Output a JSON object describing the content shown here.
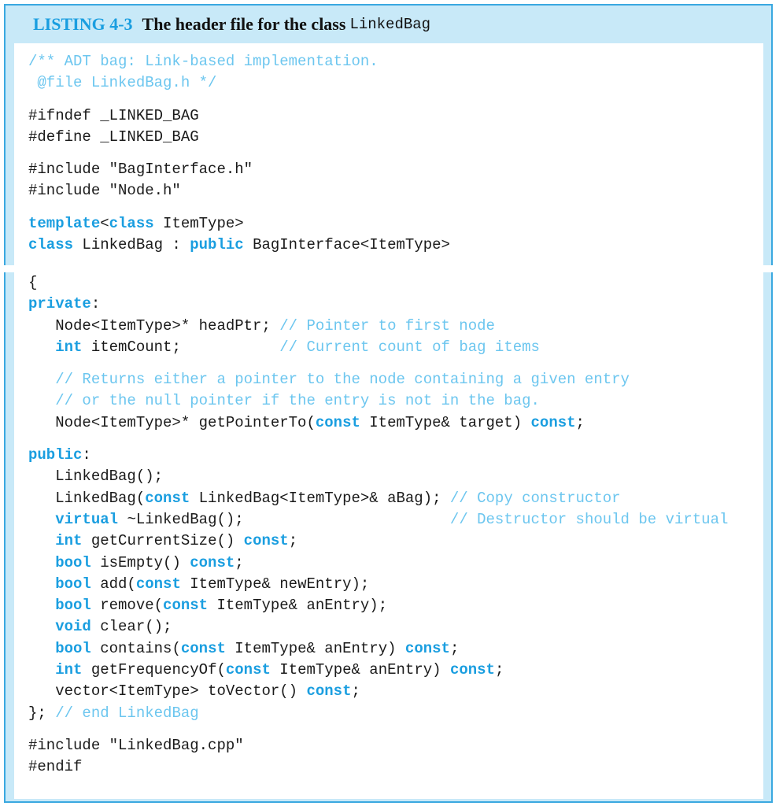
{
  "listing": {
    "number": "LISTING 4-3",
    "title": "The header file for the class",
    "class_name": "LinkedBag"
  },
  "colors": {
    "keyword": "#1a9ee0",
    "comment": "#6cc6ef",
    "frame": "#3aa8e0",
    "band": "#c8e9f8"
  },
  "section1": [
    [
      [
        [
          "cm",
          "/** ADT bag: Link-based implementation."
        ]
      ],
      [
        [
          "cm",
          " @file LinkedBag.h */"
        ]
      ]
    ],
    [
      [
        [
          "tx",
          "#ifndef _LINKED_BAG"
        ]
      ],
      [
        [
          "tx",
          "#define _LINKED_BAG"
        ]
      ]
    ],
    [
      [
        [
          "tx",
          "#include \"BagInterface.h\""
        ]
      ],
      [
        [
          "tx",
          "#include \"Node.h\""
        ]
      ]
    ],
    [
      [
        [
          "kw",
          "template"
        ],
        [
          "tx",
          "<"
        ],
        [
          "kw",
          "class"
        ],
        [
          "tx",
          " ItemType>"
        ]
      ],
      [
        [
          "kw",
          "class"
        ],
        [
          "tx",
          " LinkedBag : "
        ],
        [
          "kw",
          "public"
        ],
        [
          "tx",
          " BagInterface<ItemType>"
        ]
      ]
    ]
  ],
  "section2": [
    [
      [
        [
          "tx",
          "{"
        ]
      ],
      [
        [
          "kw",
          "private"
        ],
        [
          "tx",
          ":"
        ]
      ],
      [
        [
          "tx",
          "   Node<ItemType>* headPtr; "
        ],
        [
          "cm",
          "// Pointer to first node"
        ]
      ],
      [
        [
          "tx",
          "   "
        ],
        [
          "kw",
          "int"
        ],
        [
          "tx",
          " itemCount;           "
        ],
        [
          "cm",
          "// Current count of bag items"
        ]
      ]
    ],
    [
      [
        [
          "tx",
          "   "
        ],
        [
          "cm",
          "// Returns either a pointer to the node containing a given entry"
        ]
      ],
      [
        [
          "tx",
          "   "
        ],
        [
          "cm",
          "// or the null pointer if the entry is not in the bag."
        ]
      ],
      [
        [
          "tx",
          "   Node<ItemType>* getPointerTo("
        ],
        [
          "kw",
          "const"
        ],
        [
          "tx",
          " ItemType& target) "
        ],
        [
          "kw",
          "const"
        ],
        [
          "tx",
          ";"
        ]
      ]
    ],
    [
      [
        [
          "kw",
          "public"
        ],
        [
          "tx",
          ":"
        ]
      ],
      [
        [
          "tx",
          "   LinkedBag();"
        ]
      ],
      [
        [
          "tx",
          "   LinkedBag("
        ],
        [
          "kw",
          "const"
        ],
        [
          "tx",
          " LinkedBag<ItemType>& aBag); "
        ],
        [
          "cm",
          "// Copy constructor"
        ]
      ],
      [
        [
          "tx",
          "   "
        ],
        [
          "kw",
          "virtual"
        ],
        [
          "tx",
          " ~LinkedBag();                       "
        ],
        [
          "cm",
          "// Destructor should be virtual"
        ]
      ],
      [
        [
          "tx",
          "   "
        ],
        [
          "kw",
          "int"
        ],
        [
          "tx",
          " getCurrentSize() "
        ],
        [
          "kw",
          "const"
        ],
        [
          "tx",
          ";"
        ]
      ],
      [
        [
          "tx",
          "   "
        ],
        [
          "kw",
          "bool"
        ],
        [
          "tx",
          " isEmpty() "
        ],
        [
          "kw",
          "const"
        ],
        [
          "tx",
          ";"
        ]
      ],
      [
        [
          "tx",
          "   "
        ],
        [
          "kw",
          "bool"
        ],
        [
          "tx",
          " add("
        ],
        [
          "kw",
          "const"
        ],
        [
          "tx",
          " ItemType& newEntry);"
        ]
      ],
      [
        [
          "tx",
          "   "
        ],
        [
          "kw",
          "bool"
        ],
        [
          "tx",
          " remove("
        ],
        [
          "kw",
          "const"
        ],
        [
          "tx",
          " ItemType& anEntry);"
        ]
      ],
      [
        [
          "tx",
          "   "
        ],
        [
          "kw",
          "void"
        ],
        [
          "tx",
          " clear();"
        ]
      ],
      [
        [
          "tx",
          "   "
        ],
        [
          "kw",
          "bool"
        ],
        [
          "tx",
          " contains("
        ],
        [
          "kw",
          "const"
        ],
        [
          "tx",
          " ItemType& anEntry) "
        ],
        [
          "kw",
          "const"
        ],
        [
          "tx",
          ";"
        ]
      ],
      [
        [
          "tx",
          "   "
        ],
        [
          "kw",
          "int"
        ],
        [
          "tx",
          " getFrequencyOf("
        ],
        [
          "kw",
          "const"
        ],
        [
          "tx",
          " ItemType& anEntry) "
        ],
        [
          "kw",
          "const"
        ],
        [
          "tx",
          ";"
        ]
      ],
      [
        [
          "tx",
          "   vector<ItemType> toVector() "
        ],
        [
          "kw",
          "const"
        ],
        [
          "tx",
          ";"
        ]
      ],
      [
        [
          "tx",
          "}; "
        ],
        [
          "cm",
          "// end LinkedBag"
        ]
      ]
    ],
    [
      [
        [
          "tx",
          "#include \"LinkedBag.cpp\""
        ]
      ],
      [
        [
          "tx",
          "#endif"
        ]
      ]
    ]
  ]
}
